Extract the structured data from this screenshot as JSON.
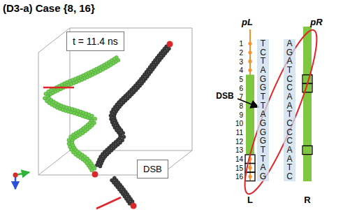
{
  "diagram": {
    "title": "(D3-a) Case {8, 16}",
    "nodes": [
      {
        "text": [
          "t = 11.4 ns"
        ]
      },
      {
        "text": [
          "DSB"
        ]
      },
      {
        "text": [
          "TCTAGGTTAGGGTTAG"
        ]
      },
      {
        "text": [
          "AGATCCAATCCCAATC"
        ]
      }
    ],
    "labels": [
      "pL",
      "pR",
      "1",
      "2",
      "3",
      "4",
      "5",
      "6",
      "7",
      "8",
      "9",
      "10",
      "11",
      "12",
      "13",
      "14",
      "15",
      "16",
      "DSB",
      "L",
      "R"
    ]
  }
}
